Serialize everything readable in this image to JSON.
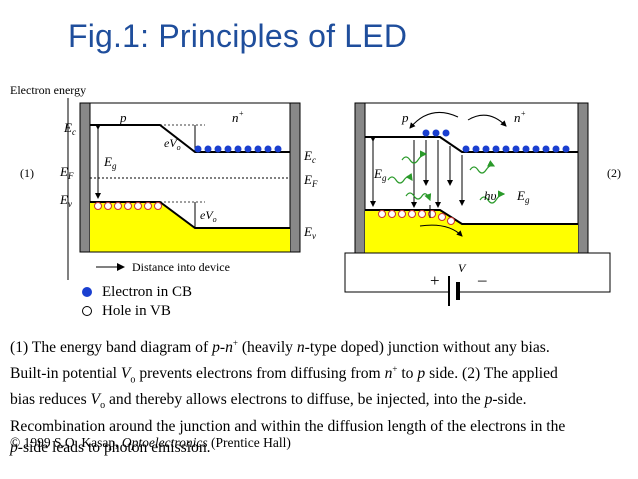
{
  "title": "Fig.1: Principles of LED",
  "diagram1": {
    "label": "(1)",
    "y_axis": "Electron energy",
    "x_axis": "Distance into device",
    "region_p": "p",
    "region_n": "n",
    "region_n_sup": "+",
    "Ec_left": "E",
    "Ec_left_sub": "c",
    "EF_left": "E",
    "EF_left_sub": "F",
    "Ev_left": "E",
    "Ev_left_sub": "v",
    "Eg": "E",
    "Eg_sub": "g",
    "eVo_top": "eV",
    "eVo_top_sub": "o",
    "eVo_bottom": "eV",
    "eVo_bottom_sub": "o",
    "Ec_right": "E",
    "Ec_right_sub": "c",
    "EF_right": "E",
    "EF_right_sub": "F",
    "Ev_right": "E",
    "Ev_right_sub": "v"
  },
  "diagram2": {
    "label": "(2)",
    "region_p": "p",
    "region_n": "n",
    "region_n_sup": "+",
    "Eg_left": "E",
    "Eg_left_sub": "g",
    "photon": "hυ",
    "Eg_right": "E",
    "Eg_right_sub": "g",
    "plus": "+",
    "minus": "–",
    "voltage": "V"
  },
  "legend": {
    "electron": "Electron in CB",
    "hole": "Hole in VB"
  },
  "colors": {
    "title": "#1f4e9c",
    "electron": "#1a3fd0",
    "hole_outline": "#cc3333",
    "valence_fill": "#ffff00",
    "contact": "#888888"
  },
  "caption": {
    "l1a": "(1) The energy band diagram of ",
    "l1b": "p-n",
    "l1c": "+",
    "l1d": " (heavily ",
    "l1e": "n",
    "l1f": "-type doped) junction without any bias.",
    "l2a": "Built-in potential ",
    "l2b": "V",
    "l2c": "o",
    "l2d": " prevents electrons from diffusing from ",
    "l2e": "n",
    "l2f": "+",
    "l2g": " to ",
    "l2h": "p",
    "l2i": " side. (2) The applied",
    "l3a": "bias reduces ",
    "l3b": "V",
    "l3c": "o",
    "l3d": " and thereby allows electrons to diffuse, be injected, into the ",
    "l3e": "p",
    "l3f": "-side.",
    "l4": "Recombination around the junction and within the diffusion length of the electrons in the",
    "l5a": "p",
    "l5b": "-side leads to photon emission."
  },
  "credit": {
    "a": "© 1999 S.O. Kasap, ",
    "b": "Optoelectronics",
    "c": " (Prentice Hall)"
  }
}
